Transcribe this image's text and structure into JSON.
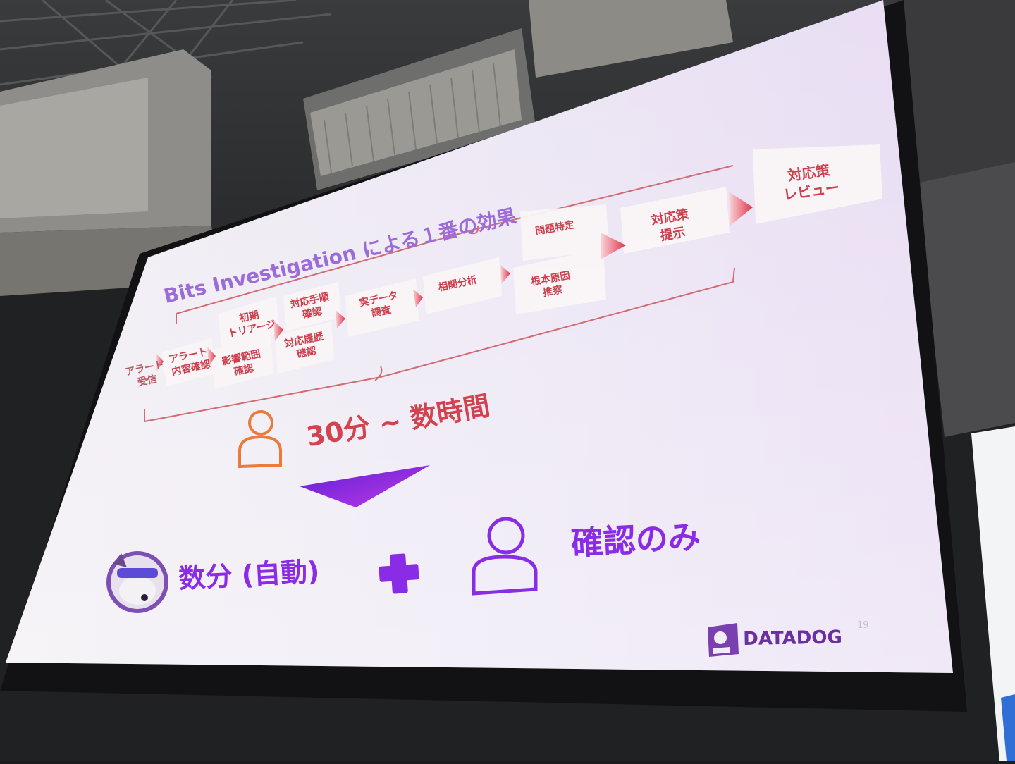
{
  "slide": {
    "heading": "Bits Investigation による１番の効果",
    "steps": {
      "alert_receive": "アラート\n受信",
      "alert_content": "アラート\n内容確認",
      "initial_triage": "初期\nトリアージ",
      "impact_scope": "影響範囲\n確認",
      "runbook_check": "対応手順\n確認",
      "history_check": "対応履歴\n確認",
      "real_data": "実データ\n調査",
      "correlation": "相関分析",
      "problem_identify": "問題特定",
      "root_cause": "根本原因\n推察",
      "countermeasure_present": "対応策\n提示",
      "countermeasure_review": "対応策\nレビュー"
    },
    "manual_time": "30分 ~ 数時間",
    "auto_time": "数分 (自動)",
    "plus_sign": "+",
    "confirm_only": "確認のみ",
    "logo_text": "DATADOG",
    "page_number": "19"
  },
  "colors": {
    "accent_red": "#d2424f",
    "accent_purple": "#8a2be6",
    "arrow_gradient_start": "#f6c6cc",
    "arrow_gradient_end": "#e0354a"
  },
  "icons": [
    "person-icon-orange",
    "person-icon-purple",
    "triangle-down-icon",
    "plus-icon",
    "bits-dog-avatar",
    "datadog-logo-icon",
    "chevron-arrow-icon"
  ]
}
